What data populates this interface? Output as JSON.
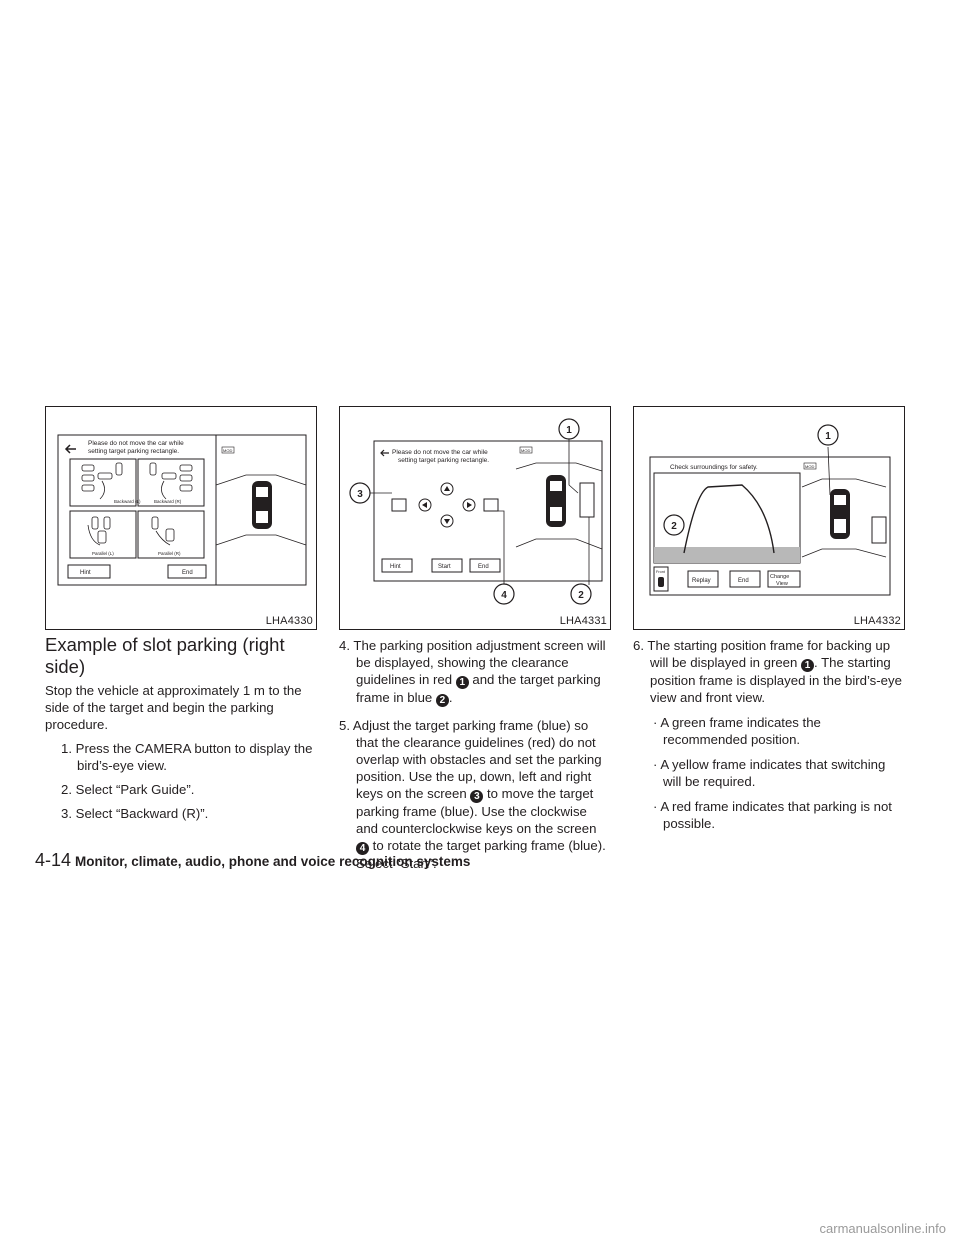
{
  "figures": [
    {
      "code": "LHA4330",
      "screen": {
        "message_line1": "Please do not move the car while",
        "message_line2": "setting target parking rectangle.",
        "mod": "MOD",
        "tiles": [
          "Backward (L)",
          "Backward (R)",
          "Parallel (L)",
          "Parallel (R)"
        ],
        "hint": "Hint",
        "end": "End"
      }
    },
    {
      "code": "LHA4331",
      "screen": {
        "message_line1": "Please do not move the car while",
        "message_line2": "setting target parking rectangle.",
        "mod": "MOD",
        "hint": "Hint",
        "start": "Start",
        "end": "End"
      },
      "callouts": [
        "1",
        "2",
        "3",
        "4"
      ]
    },
    {
      "code": "LHA4332",
      "screen": {
        "message": "Check surroundings for safety.",
        "mod": "MOD",
        "front": "Front",
        "replay": "Replay",
        "end": "End",
        "change_line1": "Change",
        "change_line2": "View"
      },
      "callouts": [
        "1",
        "2"
      ]
    }
  ],
  "col1": {
    "heading": "Example of slot parking (right side)",
    "intro": "Stop the vehicle at approximately 1 m to the side of the target and begin the parking procedure.",
    "steps": [
      "1. Press the CAMERA button to display the bird’s-eye view.",
      "2. Select “Park Guide”.",
      "3. Select “Backward (R)”."
    ]
  },
  "col2": {
    "step4": {
      "a": "4. The parking position adjustment screen will be displayed, showing the clearance guidelines in red ",
      "n1": "1",
      "b": " and the target parking frame in blue ",
      "n2": "2",
      "c": "."
    },
    "step5": {
      "a": "5. Adjust the target parking frame (blue) so that the clearance guidelines (red) do not overlap with obstacles and set the parking position. Use the up, down, left and right keys on the screen ",
      "n1": "3",
      "b": " to move the target parking frame (blue). Use the clockwise and counterclockwise keys on the screen ",
      "n2": "4",
      "c": " to rotate the target parking frame (blue). Select “Start”."
    }
  },
  "col3": {
    "step6": {
      "a": "6. The starting position frame for backing up will be displayed in green ",
      "n1": "1",
      "b": ". The starting position frame is displayed in the bird’s-eye view and front view."
    },
    "bullets": [
      "· A green frame indicates the recommended position.",
      "· A yellow frame indicates that switching will be required.",
      "· A red frame indicates that parking is not possible."
    ]
  },
  "footer": {
    "page": "4-14",
    "title": "Monitor, climate, audio, phone and voice recognition systems"
  },
  "watermark": "carmanualsonline.info"
}
